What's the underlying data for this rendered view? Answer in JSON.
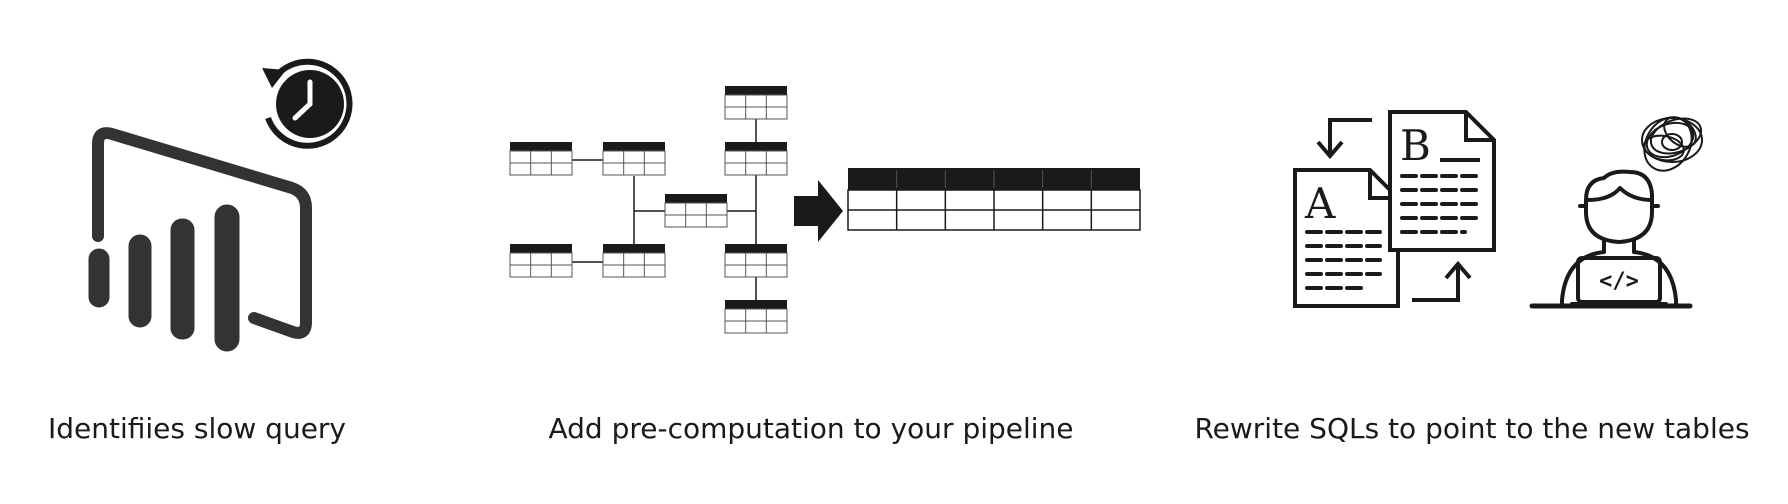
{
  "steps": [
    {
      "caption": "Identifiies slow query",
      "icon": "power-bi-clock-icon"
    },
    {
      "caption": "Add pre-computation to your pipeline",
      "icon": "table-join-pipeline-icon"
    },
    {
      "caption": "Rewrite SQLs to point to the new tables",
      "icon": "documents-developer-icon",
      "doc_a_letter": "A",
      "doc_b_letter": "B",
      "code_symbol": "</>"
    }
  ],
  "colors": {
    "ink": "#1a1a1a",
    "bar": "#333333",
    "background": "#ffffff"
  }
}
